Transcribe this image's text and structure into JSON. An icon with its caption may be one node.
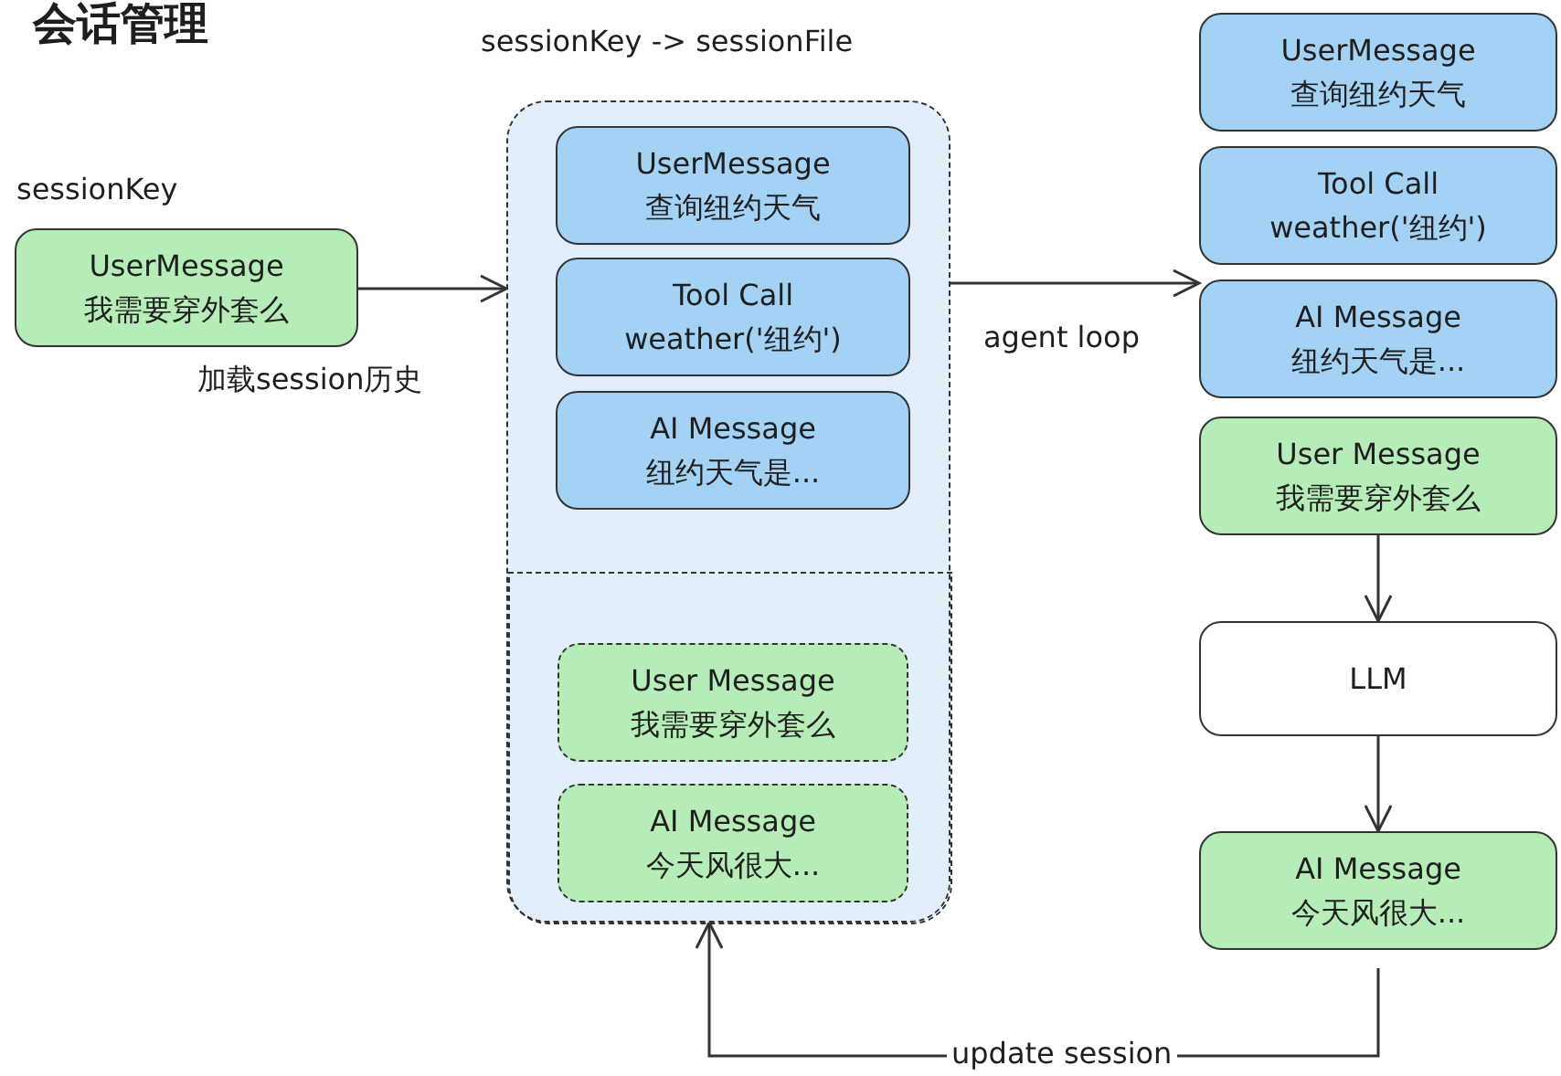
{
  "diagram": {
    "title": "会话管理",
    "nodes": [
      {
        "text": [
          "UserMessage",
          "我需要穿外套么"
        ],
        "beside": [
          "sessionKey"
        ]
      },
      {
        "text": [
          "sessionKey -> sessionFile"
        ]
      },
      {
        "text": [
          "UserMessage",
          "查询纽约天气"
        ],
        "in": 1
      },
      {
        "text": [
          "Tool Call",
          "weather('纽约')"
        ],
        "in": 1
      },
      {
        "text": [
          "AI Message",
          "纽约天气是..."
        ],
        "in": 1
      },
      {
        "text": [],
        "shape": "box",
        "in": 1
      },
      {
        "text": [
          "User Message",
          "我需要穿外套么"
        ],
        "in": 5
      },
      {
        "text": [
          "AI Message",
          "今天风很大..."
        ],
        "in": 5
      },
      {
        "text": [
          "UserMessage",
          "查询纽约天气"
        ]
      },
      {
        "text": [
          "Tool Call",
          "weather('纽约')"
        ]
      },
      {
        "text": [
          "AI Message",
          "纽约天气是..."
        ]
      },
      {
        "text": [
          "User Message",
          "我需要穿外套么"
        ]
      },
      {
        "text": [
          "LLM"
        ]
      },
      {
        "text": [
          "AI Message",
          "今天风很大..."
        ]
      }
    ],
    "edges": [
      {
        "from": 0,
        "to": 1,
        "arrow": "to",
        "label": "加载session历史"
      },
      {
        "from": 1,
        "to": 10,
        "arrow": "to",
        "label": "agent loop"
      },
      {
        "from": 11,
        "to": 12,
        "arrow": "to"
      },
      {
        "from": 12,
        "to": 13,
        "arrow": "to"
      },
      {
        "from": 13,
        "to": 5,
        "arrow": "to",
        "label": "update session"
      }
    ]
  }
}
